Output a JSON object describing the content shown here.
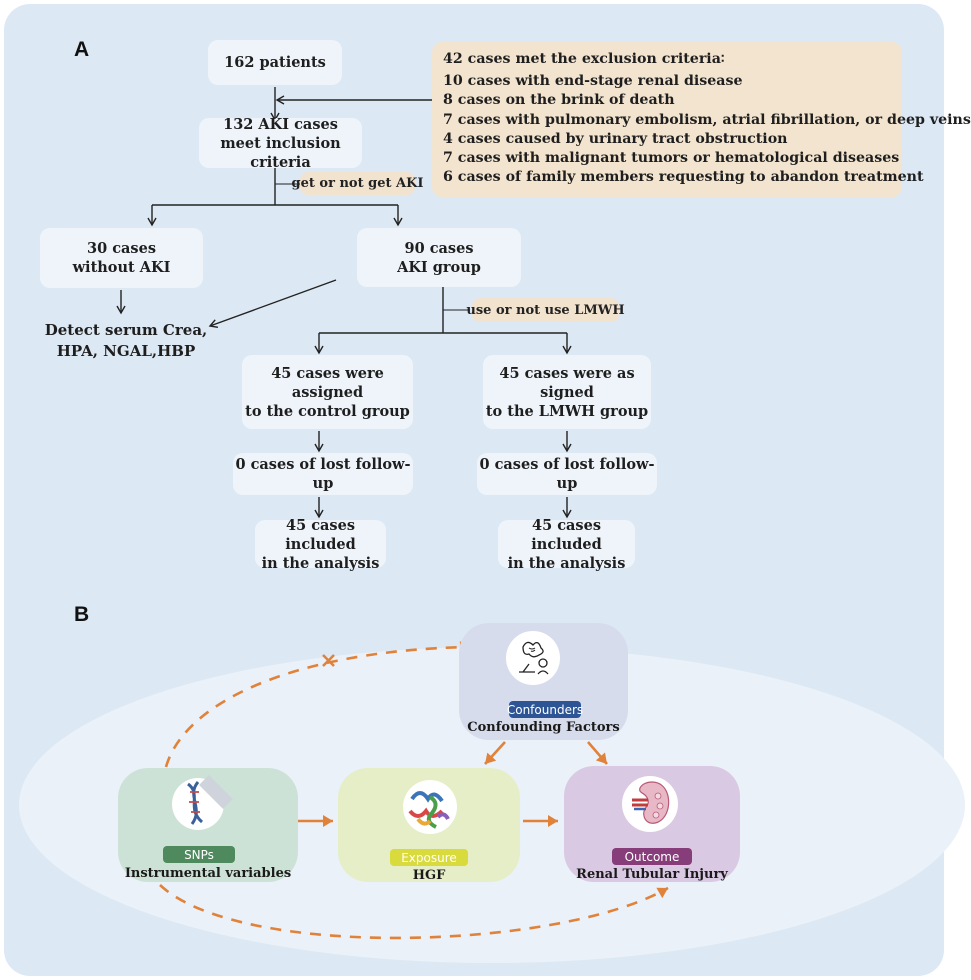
{
  "panel_a": {
    "label": "A",
    "patients": "162 patients",
    "aki_cases": "132 AKI cases\nmeet inclusion criteria",
    "exclusion": {
      "title": "42 cases met the exclusion criteria∶",
      "items": [
        "10 cases with end-stage renal disease",
        "8 cases on the brink of death",
        "7 cases with pulmonary embolism, atrial fibrillation, or deep veins",
        "4 cases caused by urinary tract obstruction",
        "7 cases with malignant tumors or hematological diseases",
        "6 cases of family members requesting to abandon treatment"
      ]
    },
    "split_tag": "get or not get AKI",
    "without_aki": "30 cases\nwithout AKI",
    "aki_group": "90 cases\nAKI group",
    "detect": "Detect serum Crea,\nHPA, NGAL,HBP",
    "lmwh_tag": "use or not use LMWH",
    "control_group": "45 cases were assigned\nto the control group",
    "lmwh_group": "45 cases were as signed\nto the LMWH group",
    "lost_left": "0 cases of lost follow-up",
    "lost_right": "0 cases of lost follow-up",
    "included_left": "45 cases included\nin the analysis",
    "included_right": "45 cases included\nin the analysis"
  },
  "panel_b": {
    "label": "B",
    "confounders": {
      "pill": "Confounders",
      "caption": "Confounding Factors",
      "color": "#2d5596"
    },
    "snps": {
      "pill": "SNPs",
      "caption": "Instrumental variables",
      "color": "#4f8a5e"
    },
    "exposure": {
      "pill": "Exposure",
      "caption": "HGF",
      "color": "#d9da3c"
    },
    "outcome": {
      "pill": "Outcome",
      "caption": "Renal Tubular Injury",
      "color": "#873d7a"
    },
    "arrow_color": "#e0823a",
    "icons": [
      "confused-person-icon",
      "dna-helix-icon",
      "protein-structure-icon",
      "kidney-icon"
    ]
  }
}
